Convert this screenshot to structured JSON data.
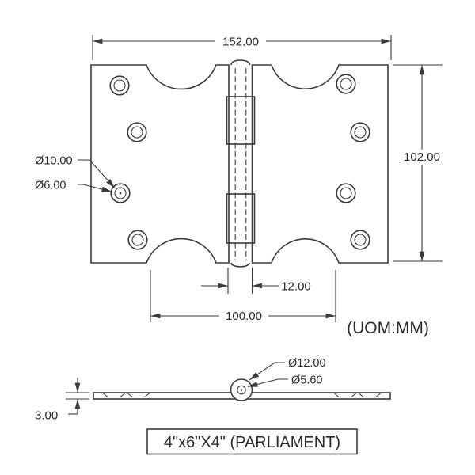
{
  "drawing": {
    "title": "4\"x6\"X4\" (PARLIAMENT)",
    "unit_note": "(UOM:MM)",
    "dims": {
      "overall_width": "152.00",
      "overall_height": "102.00",
      "knuckle_width": "12.00",
      "inner_width": "100.00",
      "countersink_dia": "Ø10.00",
      "hole_dia": "Ø6.00",
      "knuckle_dia": "Ø12.00",
      "pin_dia": "Ø5.60",
      "leaf_thickness": "3.00"
    },
    "colors": {
      "line": "#3a3a3a",
      "text": "#2a2a2a",
      "background": "#ffffff"
    }
  }
}
